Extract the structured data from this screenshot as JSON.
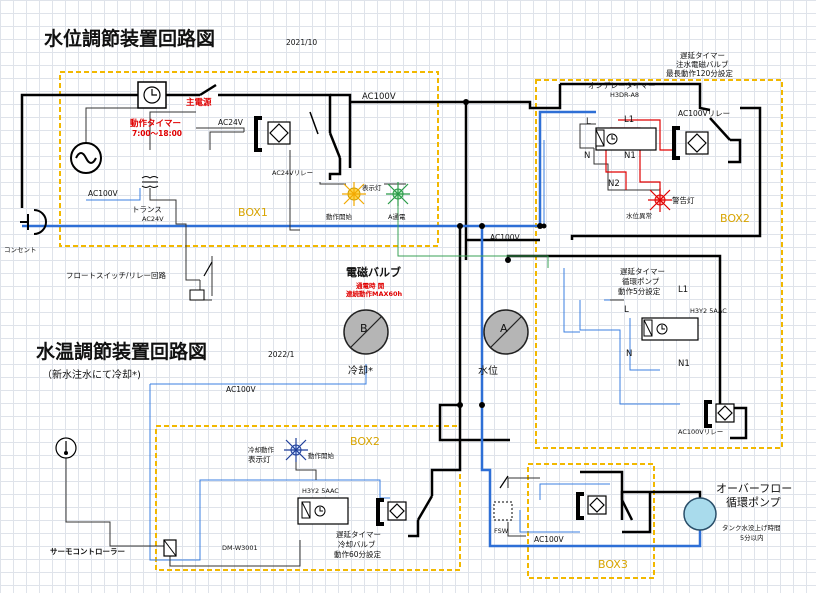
{
  "titles": {
    "water_level": "水位調節装置回路図",
    "water_level_date": "2021/10",
    "water_temp": "水温調節装置回路図",
    "water_temp_date": "2022/1",
    "water_temp_sub": "（新水注水にて冷却*)"
  },
  "boxes": {
    "box1": "BOX1",
    "box2_top": "BOX2",
    "box2_bottom": "BOX2",
    "box3": "BOX3"
  },
  "labels": {
    "main_power": "主電源",
    "op_timer": "動作タイマー",
    "op_timer_time": "7:00〜18:00",
    "ac24v": "AC24V",
    "ac100v_top": "AC100V",
    "ac100v_left": "AC100V",
    "transformer": "トランス",
    "transformer_v": "AC24V",
    "ac24v_relay": "AC24Vリレー",
    "indicator": "表示灯",
    "op_start": "動作開始",
    "a_energize": "A通電",
    "outlet": "コンセント",
    "float_switch": "フロートスイッチ/リレー回路",
    "solenoid": "電磁バルブ",
    "solenoid_note1": "通電時 開",
    "solenoid_note2": "連続動作MAX60h",
    "valve_b": "B",
    "valve_a": "A",
    "cooling": "冷却*",
    "water_level": "水位",
    "ac100v_mid": "AC100V",
    "delay_timer_top1": "遅延タイマー",
    "delay_timer_top2": "注水電磁バルブ",
    "delay_timer_top3": "最長動作120分設定",
    "on_delay": "オンデレータイマー",
    "h3dr": "H3DR-A8",
    "ac100v_relay_top": "AC100Vリレー",
    "l_top": "L",
    "l1_top": "L1",
    "n_top": "N",
    "n1_top": "N1",
    "n2_top": "N2",
    "alarm": "警告灯",
    "water_abnormal": "水位異常",
    "delay_pump1": "遅延タイマー",
    "delay_pump2": "循環ポンプ",
    "delay_pump3": "動作5分設定",
    "l1_mid": "L1",
    "h3y2_mid": "H3Y2 5AAC",
    "l_mid": "L",
    "n_mid": "N",
    "n1_mid": "N1",
    "ac100v_relay_mid": "AC100Vリレー",
    "ac100v_bottom": "AC100V",
    "cool_op": "冷却動作",
    "indicator2": "表示灯",
    "op_start2": "動作開始",
    "h3y2_bottom": "H3Y2 5AAC",
    "dm": "DM-W3001",
    "delay_cool1": "遅延タイマー",
    "delay_cool2": "冷却バルブ",
    "delay_cool3": "動作60分設定",
    "thermo": "サーモコントローラー",
    "fsw": "FSW",
    "ac100v_box3": "AC100V",
    "overflow1": "オーバーフロー",
    "overflow2": "循環ポンプ",
    "overflow_note1": "タンク水没上げ時間",
    "overflow_note2": "5分以内"
  }
}
